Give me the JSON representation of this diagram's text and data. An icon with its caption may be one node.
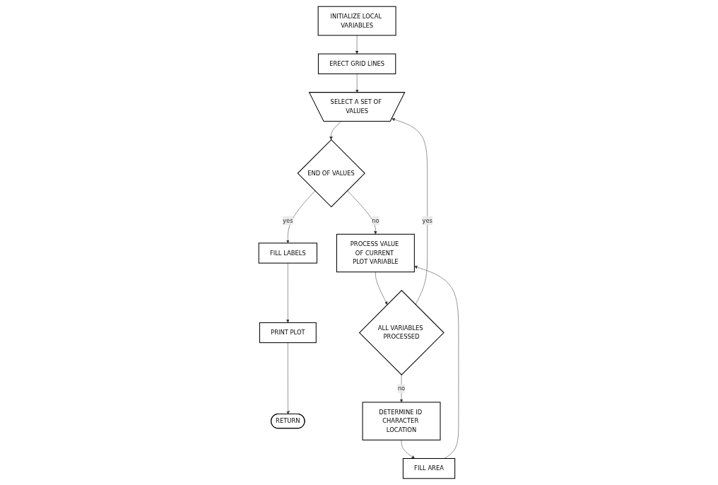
{
  "diagram": {
    "nodes": [
      {
        "text": [
          "INITIALIZE LOCAL VARIABLES"
        ]
      },
      {
        "text": [
          "ERECT GRID LINES"
        ]
      },
      {
        "text": [
          "SELECT A SET OF VALUES"
        ]
      },
      {
        "text": [
          "END OF VALUES"
        ]
      },
      {
        "text": [
          "FILL LABELS"
        ]
      },
      {
        "text": [
          "PROCESS VALUE OF CURRENT PLOT VARIABLE"
        ]
      },
      {
        "text": [
          "ALL VARIABLES PROCESSED"
        ]
      },
      {
        "text": [
          "PRINT PLOT"
        ]
      },
      {
        "text": [
          "RETURN"
        ]
      },
      {
        "text": [
          "FILL AREA"
        ]
      },
      {
        "text": [
          "DETERMINE ID CHARACTER LOCATION"
        ]
      }
    ],
    "edges": [
      {
        "from": 0,
        "to": 1,
        "arrow": "to"
      },
      {
        "from": 1,
        "to": 2,
        "arrow": "to"
      },
      {
        "from": 2,
        "to": 3,
        "arrow": "to"
      },
      {
        "from": 3,
        "to": 4,
        "label": "yes",
        "arrow": "to"
      },
      {
        "from": 3,
        "to": 5,
        "label": "no",
        "arrow": "to"
      },
      {
        "from": 5,
        "to": 6,
        "arrow": "to"
      },
      {
        "from": 6,
        "to": 2,
        "label": "yes",
        "arrow": "to"
      },
      {
        "from": 6,
        "to": 10,
        "label": "no",
        "arrow": "to"
      },
      {
        "from": 4,
        "to": 7,
        "arrow": "to"
      },
      {
        "from": 7,
        "to": 8,
        "arrow": "to"
      },
      {
        "from": 10,
        "to": 9,
        "arrow": "to"
      },
      {
        "from": 9,
        "to": 5,
        "arrow": "to"
      }
    ]
  }
}
